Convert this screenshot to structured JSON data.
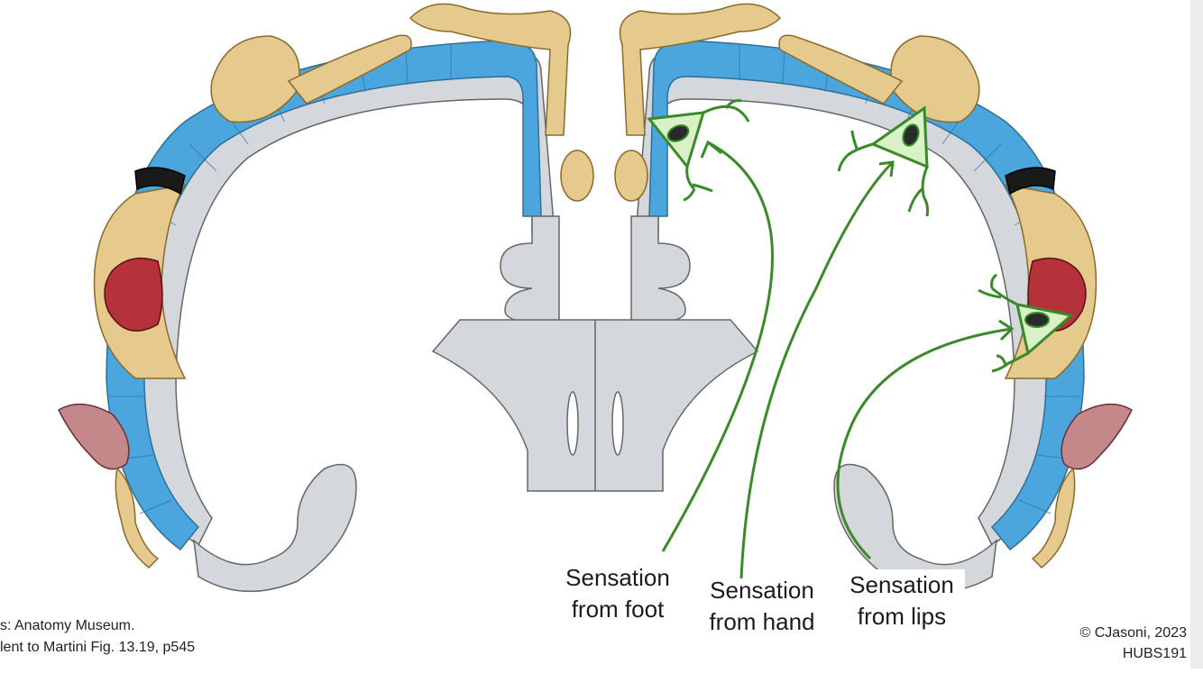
{
  "labels": {
    "foot": [
      "Sensation",
      "from foot"
    ],
    "hand": [
      "Sensation",
      "from hand"
    ],
    "lips": [
      "Sensation",
      "from lips"
    ]
  },
  "credits": {
    "source_line1": "s: Anatomy Museum.",
    "source_line2": "lent to Martini Fig. 13.19, p545",
    "copyright": "© CJasoni, 2023",
    "course": "HUBS191"
  },
  "colors": {
    "cortex_blue": "#4aa6dd",
    "cortex_gray": "#d4d7dc",
    "skin": "#e6c98c",
    "lips": "#b5323a",
    "neuron_green": "#3a8a2a",
    "neuron_fill": "#d8f1c6"
  },
  "icons": [
    "neuron-icon"
  ]
}
